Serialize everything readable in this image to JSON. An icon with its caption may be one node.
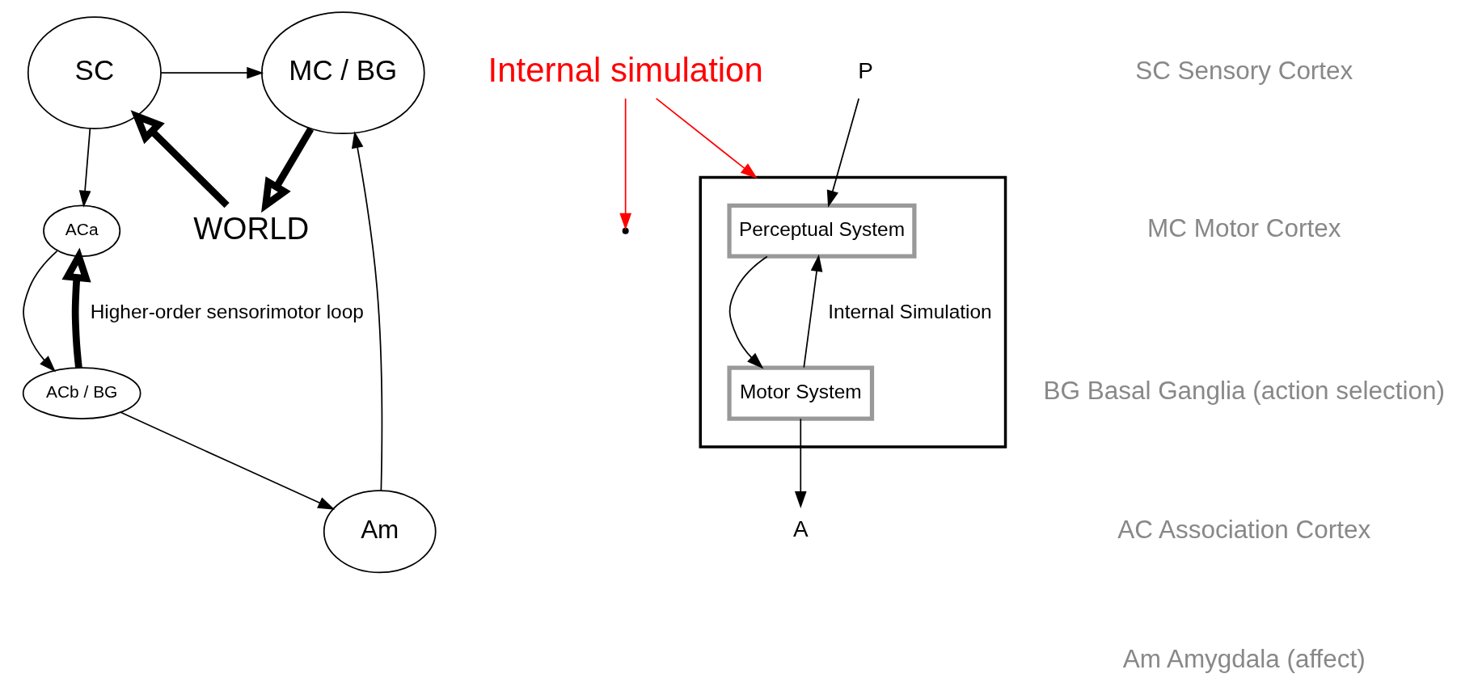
{
  "diagram": {
    "nodes": [
      {
        "text": [
          "SC"
        ]
      },
      {
        "text": [
          "MC / BG"
        ]
      },
      {
        "text": [
          "ACa"
        ]
      },
      {
        "text": [
          "ACb / BG"
        ]
      },
      {
        "text": [
          "Am"
        ]
      },
      {
        "text": [
          "WORLD"
        ]
      },
      {
        "text": [
          "Internal simulation"
        ]
      },
      {
        "text": [],
        "shape": "box"
      },
      {
        "text": [
          "Perceptual System"
        ],
        "in": 7
      },
      {
        "text": [
          "Motor System"
        ],
        "in": 7
      },
      {
        "text": [
          "P"
        ]
      },
      {
        "text": [
          "A"
        ]
      }
    ],
    "edges": [
      {
        "from": 0,
        "to": 1,
        "arrow": "to"
      },
      {
        "from": 0,
        "to": 2,
        "arrow": "to"
      },
      {
        "from": 2,
        "to": 3,
        "arrow": "to"
      },
      {
        "from": 3,
        "to": 4,
        "arrow": "to"
      },
      {
        "from": 4,
        "to": 1,
        "arrow": "to"
      },
      {
        "from": 3,
        "to": 2,
        "arrow": "to",
        "label": "Higher-order sensorimotor loop",
        "style": "thick"
      },
      {
        "from": 1,
        "to": 5,
        "arrow": "to",
        "style": "thick"
      },
      {
        "from": 5,
        "to": 0,
        "arrow": "to",
        "style": "thick"
      },
      {
        "from": 6,
        "to": null,
        "arrow": "to",
        "color": "#ff0000"
      },
      {
        "from": 6,
        "to": 7,
        "arrow": "to",
        "color": "#ff0000"
      },
      {
        "from": 10,
        "to": 8,
        "arrow": "to"
      },
      {
        "from": 8,
        "to": 9,
        "arrow": "to"
      },
      {
        "from": 9,
        "to": 11,
        "arrow": "to"
      },
      {
        "from": 9,
        "to": 8,
        "arrow": "to",
        "label": "Internal Simulation"
      }
    ],
    "labels": [
      "SC Sensory Cortex",
      "MC Motor Cortex",
      "BG Basal Ganglia (action selection)",
      "AC Association Cortex",
      "Am Amygdala (affect)"
    ]
  }
}
